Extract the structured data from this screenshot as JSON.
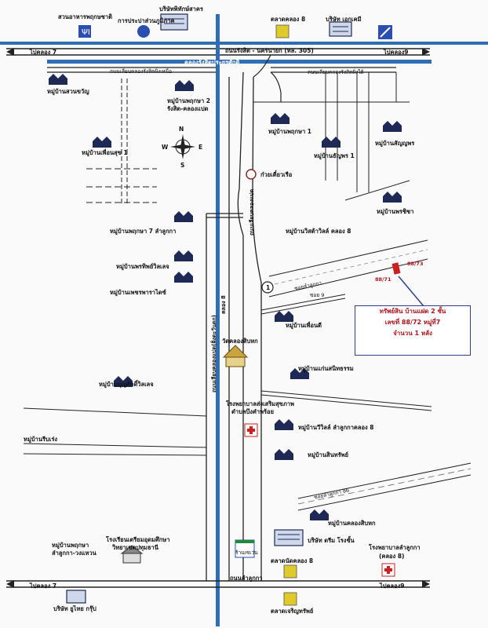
{
  "top_road": {
    "left_label": "ไปคลอง 7",
    "center_label": "ถนนรังสิต - นครนายก (ทล. 305)",
    "right_label": "ไปคลอง9",
    "canal_label": "คลองรังสิตประยูรศักดิ์",
    "side_road_left": "ถนนเลียบคลองรังสิตฝั่งเหนือ",
    "side_road_right": "ถนนเลียบคลองรังสิตฝั่งใต้"
  },
  "bottom_road": {
    "left_label": "ไปคลอง 7",
    "center_label": "ถนนลำลูกกา",
    "right_label": "ไปคลอง9"
  },
  "vertical_labels": {
    "canal": "คลอง 8",
    "road": "ถนนเลียบคลองแปด(ฝั่งตะวันตก)",
    "east_road": "ถนนเลียบคลองแปด"
  },
  "places": {
    "top_left_1": "สวนอาหารพฤกษชาติ",
    "top_left_2": "การประปาส่วนภูมิภาค",
    "top_center": "บริษัทพิทักษ์สาคร",
    "top_right_1": "ตลาดคลอง 8",
    "top_right_2": "บริษัท เอกเคมี",
    "v1": "หมู่บ้านสวนขวัญ",
    "v2": "หมู่บ้านพฤกษา 2",
    "v2b": "รังสิต-คลองแปด",
    "v3": "หมู่บ้านพฤกษา 1",
    "v4": "หมู่บ้านเพื่อนสุข 1",
    "v5": "หมู่บ้านธัญพร 1",
    "v6": "หมู่บ้านสัญญพร",
    "v7": "ก๋วยเตี๋ยวเรือ",
    "v8": "หมู่บ้านพรชิชา",
    "v9": "หมู่บ้านวิสต้าวิลล์ คลอง 8",
    "v10": "หมู่บ้านพฤกษา 7 ลำลูกกา",
    "v11": "หมู่บ้านพรทิพย์วิลเลจ",
    "v12": "หมู่บ้านเพชรพาราไดซ์",
    "v13": "หมู่บ้านเพื่อนดี",
    "v14": "วัดคลองสิบหก",
    "v15": "หมู่บ้านแก่นสนิทธรรม",
    "v16": "หมู่บ้านบุญศักดิ์วิลเลจ",
    "v17": "โรงพยาบาลส่งเสริมสุขภาพ",
    "v17b": "ตำบลบึงคำพร้อย",
    "v18": "หมู่บ้านรีบเร่ง",
    "v19": "หมู่บ้านวีวิลล์ ลำลูกกาคลอง 8",
    "v20": "หมู่บ้านสินทรัพย์",
    "v21": "หมู่บ้านพฤกษา",
    "v21b": "ลำลูกกา-วงแหวน",
    "v22": "โรงเรียนเตรียมอุดมศึกษา",
    "v22b": "วิทยาเขตปทุมธานี",
    "v23": "หมู่บ้านคลองสิบหก",
    "v24": "ตลาดนัดคลอง 8",
    "v25": "บริษัท ดรีม โรงชั้น",
    "v26": "โรงพยาบาลลำลูกกา",
    "v26b": "(คลอง 8)",
    "v27": "ร้านเซเว่น",
    "v28": "บริษัท ยูไทย กรุ๊ป",
    "v29": "ตลาดเจริญทรัพย์",
    "soi_label": "ซอยลำลูกกา",
    "soi_small": "ซอย 9",
    "side_road_bottom": "ซอยลำลูกกา 86",
    "label_88_71": "88/71",
    "label_88_73": "88/73"
  },
  "callout": {
    "line1": "ทรัพย์สิน บ้านแฝด 2 ชั้น",
    "line2": "เลขที่ 88/72 หมู่ที่7",
    "line3": "จำนวน 1 หลัง"
  },
  "compass": {
    "n": "N",
    "s": "S",
    "e": "E",
    "w": "W"
  },
  "marker": {
    "label": "1"
  },
  "colors": {
    "canal": "#2f6db5",
    "road": "#222222",
    "callout_text": "#b0121b",
    "callout_border": "#2b3f8a",
    "sign_yellow": "#e0c92a",
    "sign_blue": "#2a4fb0",
    "hospital_red": "#cc1f1f"
  }
}
